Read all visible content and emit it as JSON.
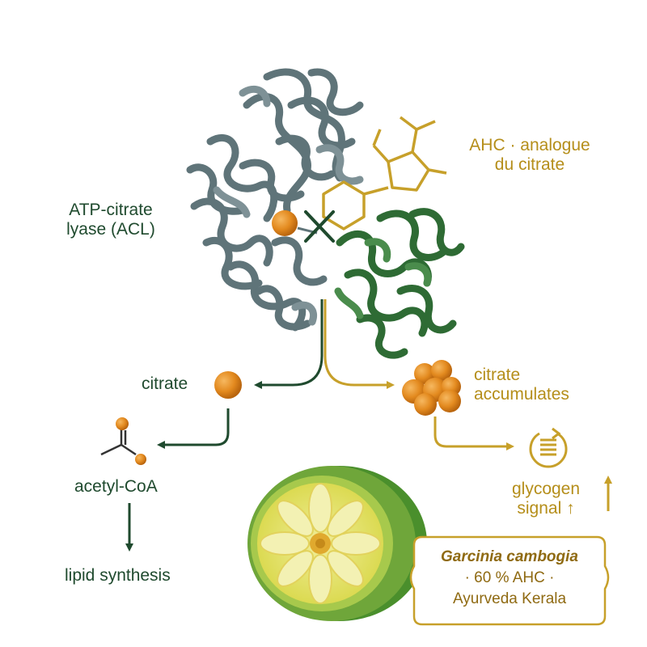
{
  "labels": {
    "enzyme": [
      "ATP-citrate",
      "lyase (ACL)"
    ],
    "ahc": [
      "AHC · analogue",
      "du citrate"
    ],
    "citrate": "citrate",
    "accumulates": [
      "citrate",
      "accumulates"
    ],
    "acetyl_coa": "acetyl-CoA",
    "lipid": "lipid synthesis",
    "glycogen": [
      "glycogen",
      "signal ↑"
    ]
  },
  "garcinia": {
    "name": "Garcinia cambogia",
    "detail": "· 60 % AHC ·",
    "origin": "Ayurveda Kerala"
  },
  "colors": {
    "enzyme_grey": "#5f7479",
    "enzyme_green": "#2e6b34",
    "inhibitor_gold": "#c7a02a",
    "sphere_orange": "#e38a1f",
    "arrow_dark_green": "#1f4a2e",
    "fruit_green": "#6fa63a",
    "fruit_yellow": "#e4e35f"
  },
  "icons": [
    "citrate-sphere",
    "inhibition-cross",
    "sphere-cluster",
    "glycogen-icon",
    "acetyl-coa-structure",
    "garcinia-fruit"
  ]
}
